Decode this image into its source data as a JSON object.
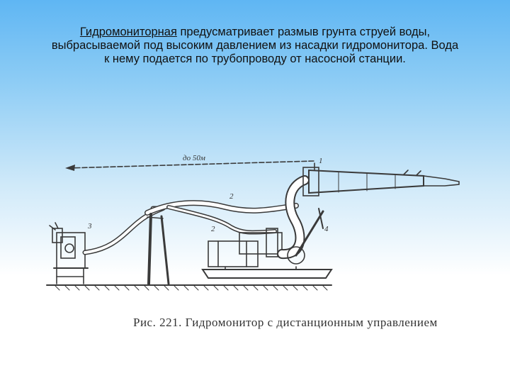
{
  "slide": {
    "text_term": "Гидромониторная",
    "text_rest_line1": " предусматривает размыв грунта струей воды,",
    "text_line2": "выбрасываемой под высоким давлением из насадки гидромонитора. Вода",
    "text_line3": "к нему подается по трубопроводу от насосной станции."
  },
  "figure": {
    "distance_label": "до 50м",
    "label_1": "1",
    "label_2a": "2",
    "label_2b": "2",
    "label_3": "3",
    "label_4": "4",
    "caption": "Рис. 221. Гидромонитор с дистанционным управлением",
    "line_color": "#3a3a3a"
  }
}
